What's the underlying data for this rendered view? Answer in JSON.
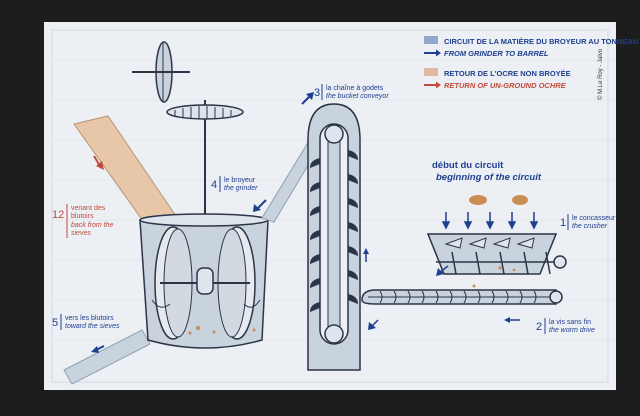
{
  "colors": {
    "panel": "#eceff4",
    "machine_fill": "#c9d3de",
    "machine_dark": "#8fa0b3",
    "outline": "#2c3447",
    "blue_text": "#1f3f8f",
    "red_text": "#c24a3a",
    "ochre": "#c98d55",
    "chute": "#e8c6a8",
    "credit": "#333333"
  },
  "legend": {
    "item1_fr": "CIRCUIT DE LA MATIÈRE DU BROYEUR AU TONNEAU",
    "item1_en": "FROM GRINDER TO BARREL",
    "item2_fr": "RETOUR DE L'OCRE NON BROYÉE",
    "item2_en": "RETURN OF UN-GROUND OCHRE"
  },
  "credit": "© M.Le Roy - Jalvo",
  "start": {
    "fr": "début du circuit",
    "en": "beginning of the circuit"
  },
  "steps": [
    {
      "num": "1",
      "fr": "le concasseur",
      "en": "the crusher"
    },
    {
      "num": "2",
      "fr": "la vis sans fin",
      "en": "the worm drive"
    },
    {
      "num": "3",
      "fr": "la chaîne à godets",
      "en": "the bucket conveyor"
    },
    {
      "num": "4",
      "fr": "le broyeur",
      "en": "the grinder"
    },
    {
      "num": "5",
      "fr": "vers les blutoirs",
      "en": "toward the sieves"
    },
    {
      "num": "12",
      "fr1": "venant des",
      "fr2": "blutoirs",
      "en1": "back from the",
      "en2": "sieves"
    }
  ],
  "icons": {
    "blue_arrow": "arrow-blue",
    "red_arrow": "arrow-red",
    "gear": "gear-icon"
  }
}
